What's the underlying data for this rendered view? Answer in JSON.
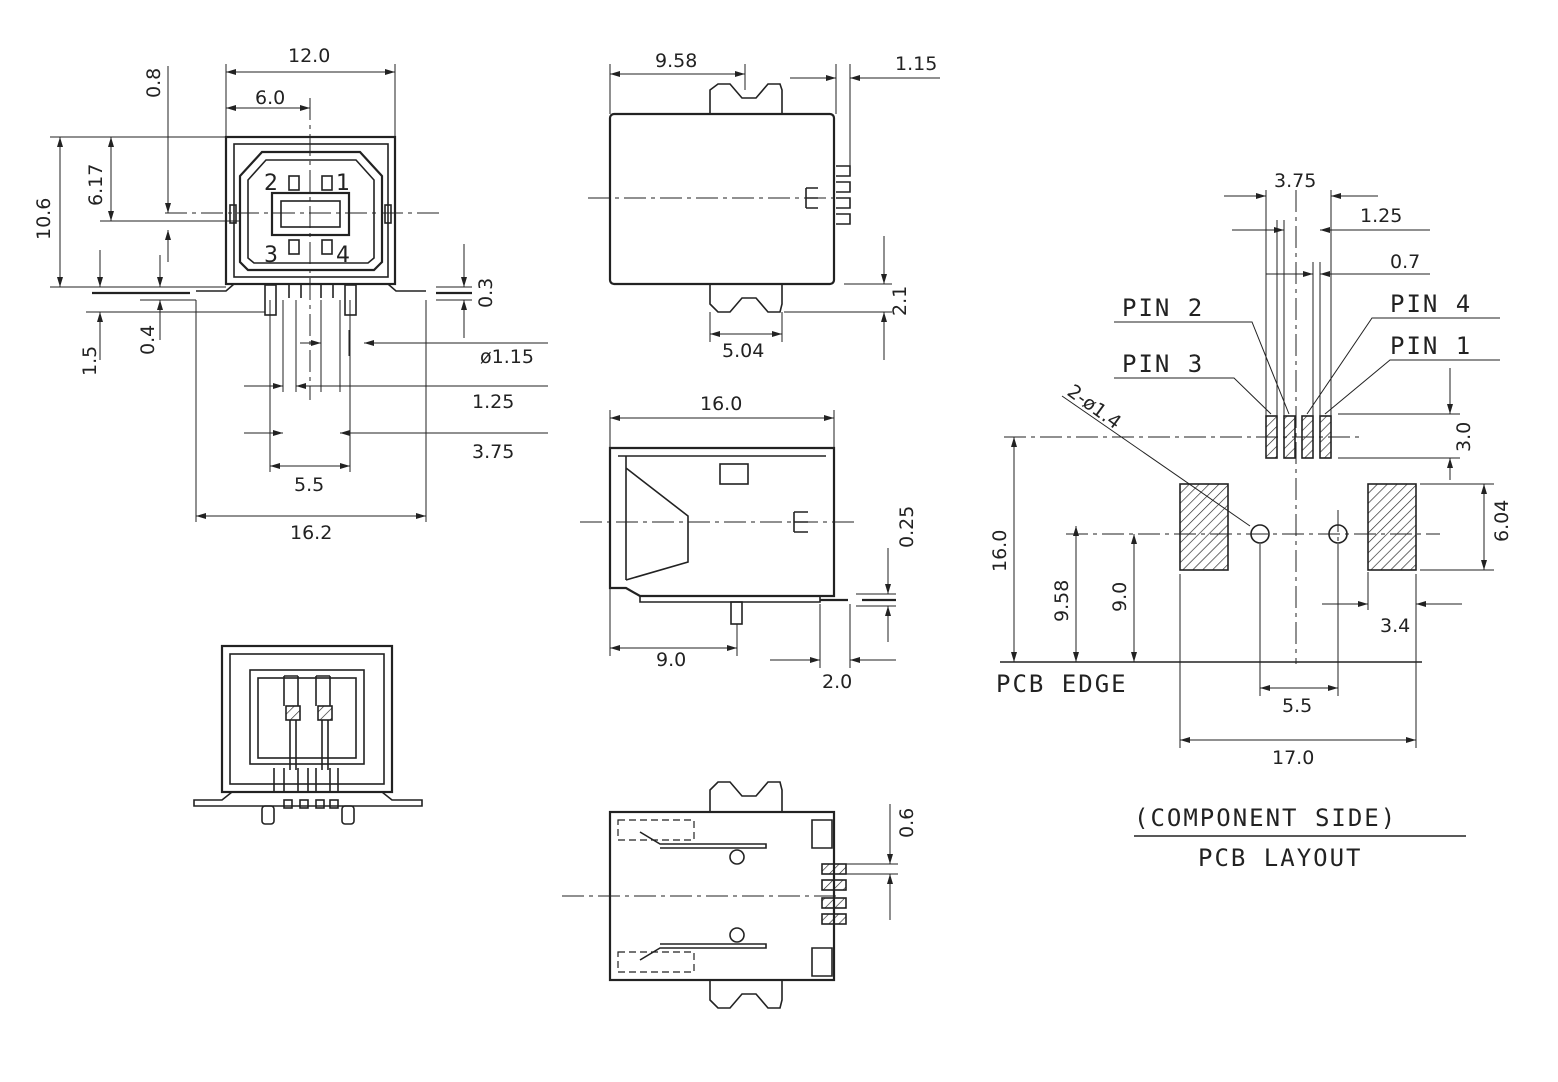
{
  "front_view": {
    "dims": {
      "width_top": "12.0",
      "half_width": "6.0",
      "height": "10.6",
      "port_height": "6.17",
      "top_gap": "0.8",
      "gap_right": "0.3",
      "base_offset": "0.4",
      "pin_length": "1.5",
      "pin_diameter": "ø1.15",
      "pin_pitch": "1.25",
      "pin_span": "3.75",
      "post_spacing": "5.5",
      "overall_width": "16.2"
    },
    "pins": [
      "1",
      "2",
      "3",
      "4"
    ]
  },
  "top_view": {
    "dims": {
      "offset": "9.58",
      "tail": "1.15",
      "tab_width": "5.04",
      "tab_offset": "2.1"
    }
  },
  "side_view": {
    "dims": {
      "length": "16.0",
      "post_offset": "9.0",
      "clearance": "0.25",
      "lead_extension": "2.0"
    }
  },
  "bottom_view": {
    "dims": {
      "lead_width": "0.6"
    }
  },
  "pcb_layout": {
    "dims": {
      "pin_span": "3.75",
      "pin_pitch": "1.25",
      "pad_width": "0.7",
      "hole": "2-ø1.4",
      "pad_row_offset": "3.0",
      "mount_pad_height": "6.04",
      "hole_offset_958": "9.58",
      "hole_offset_90": "9.0",
      "depth": "16.0",
      "mount_pad_gap": "3.4",
      "hole_spacing": "5.5",
      "overall_width": "17.0"
    },
    "labels": {
      "pin2": "PIN 2",
      "pin3": "PIN 3",
      "pin4": "PIN 4",
      "pin1": "PIN 1",
      "pcb_edge": "PCB EDGE",
      "component_side": "(COMPONENT SIDE)",
      "layout_title": "PCB LAYOUT"
    }
  }
}
